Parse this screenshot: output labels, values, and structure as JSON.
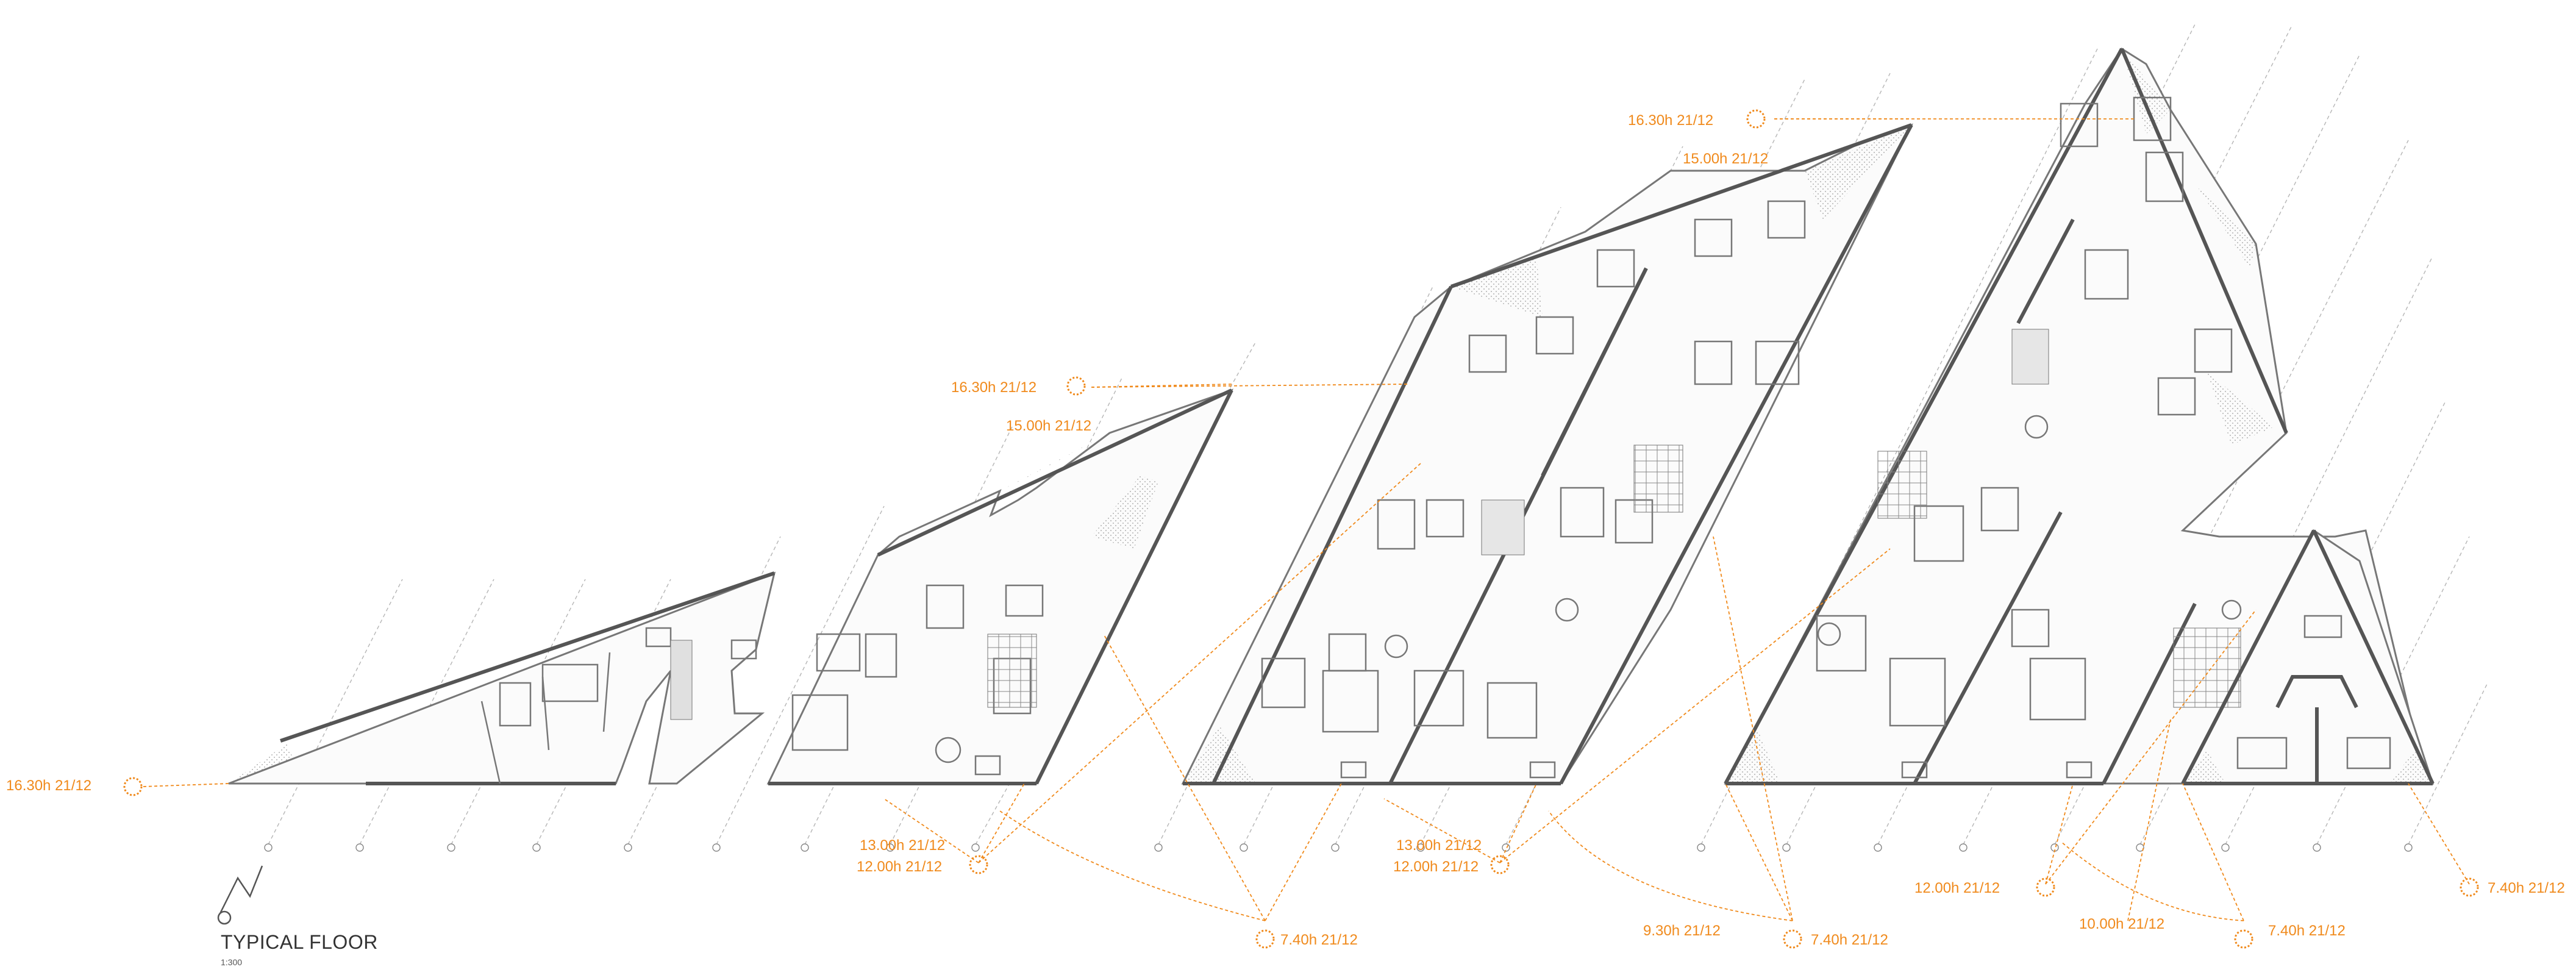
{
  "drawing": {
    "title": "TYPICAL FLOOR",
    "scale": "1:300",
    "accent_color": "#f08a1c",
    "wall_color": "#555555",
    "north_icon": "north-arrow-icon",
    "sun_icon": "sun-icon"
  },
  "sun_labels": [
    "16.30h 21/12",
    "16.30h 21/12",
    "15.00h 21/12",
    "13.00h 21/12",
    "12.00h 21/12",
    "7.40h 21/12",
    "16.30h 21/12",
    "15.00h 21/12",
    "13.00h 21/12",
    "12.00h 21/12",
    "9.30h 21/12",
    "7.40h 21/12",
    "12.00h 21/12",
    "10.00h 21/12",
    "7.40h 21/12",
    "7.40h 21/12"
  ]
}
